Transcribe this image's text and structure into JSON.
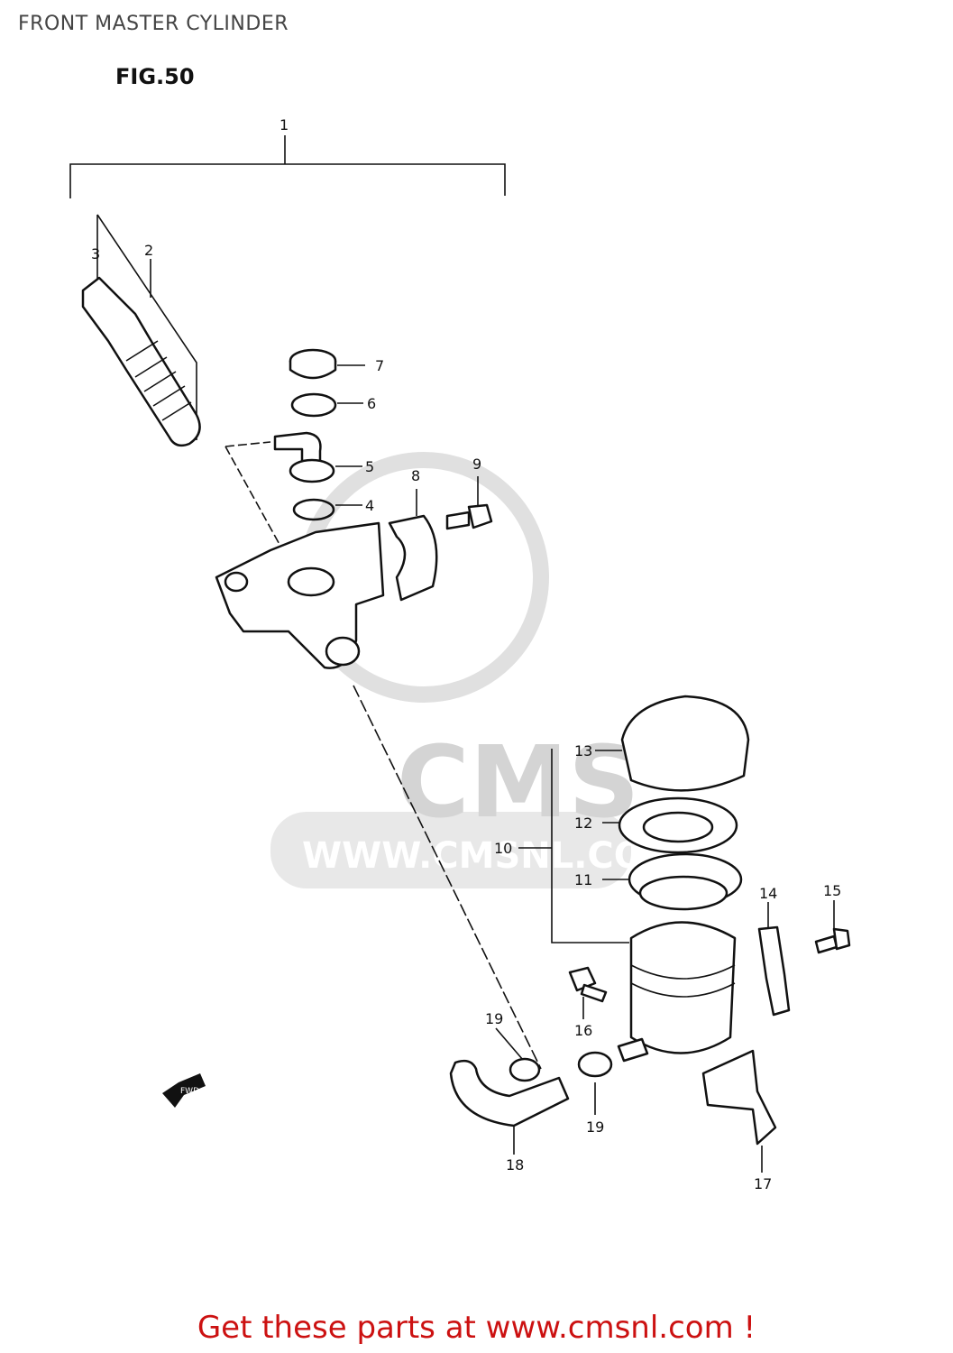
{
  "page_title": "FRONT MASTER CYLINDER",
  "figure_label": "FIG.50",
  "watermark": {
    "brand": "CMS",
    "url": "WWW.CMSNL.COM"
  },
  "fwd_label": "FWD",
  "callouts": [
    "1",
    "2",
    "3",
    "4",
    "5",
    "6",
    "7",
    "8",
    "9",
    "10",
    "11",
    "12",
    "13",
    "14",
    "15",
    "16",
    "17",
    "18",
    "19",
    "19"
  ],
  "footer": {
    "link_text": "Get these parts at www.cmsnl.com !"
  },
  "colors": {
    "footer_link": "#cc1111",
    "watermark": "#d4d4d4",
    "line": "#111111"
  }
}
